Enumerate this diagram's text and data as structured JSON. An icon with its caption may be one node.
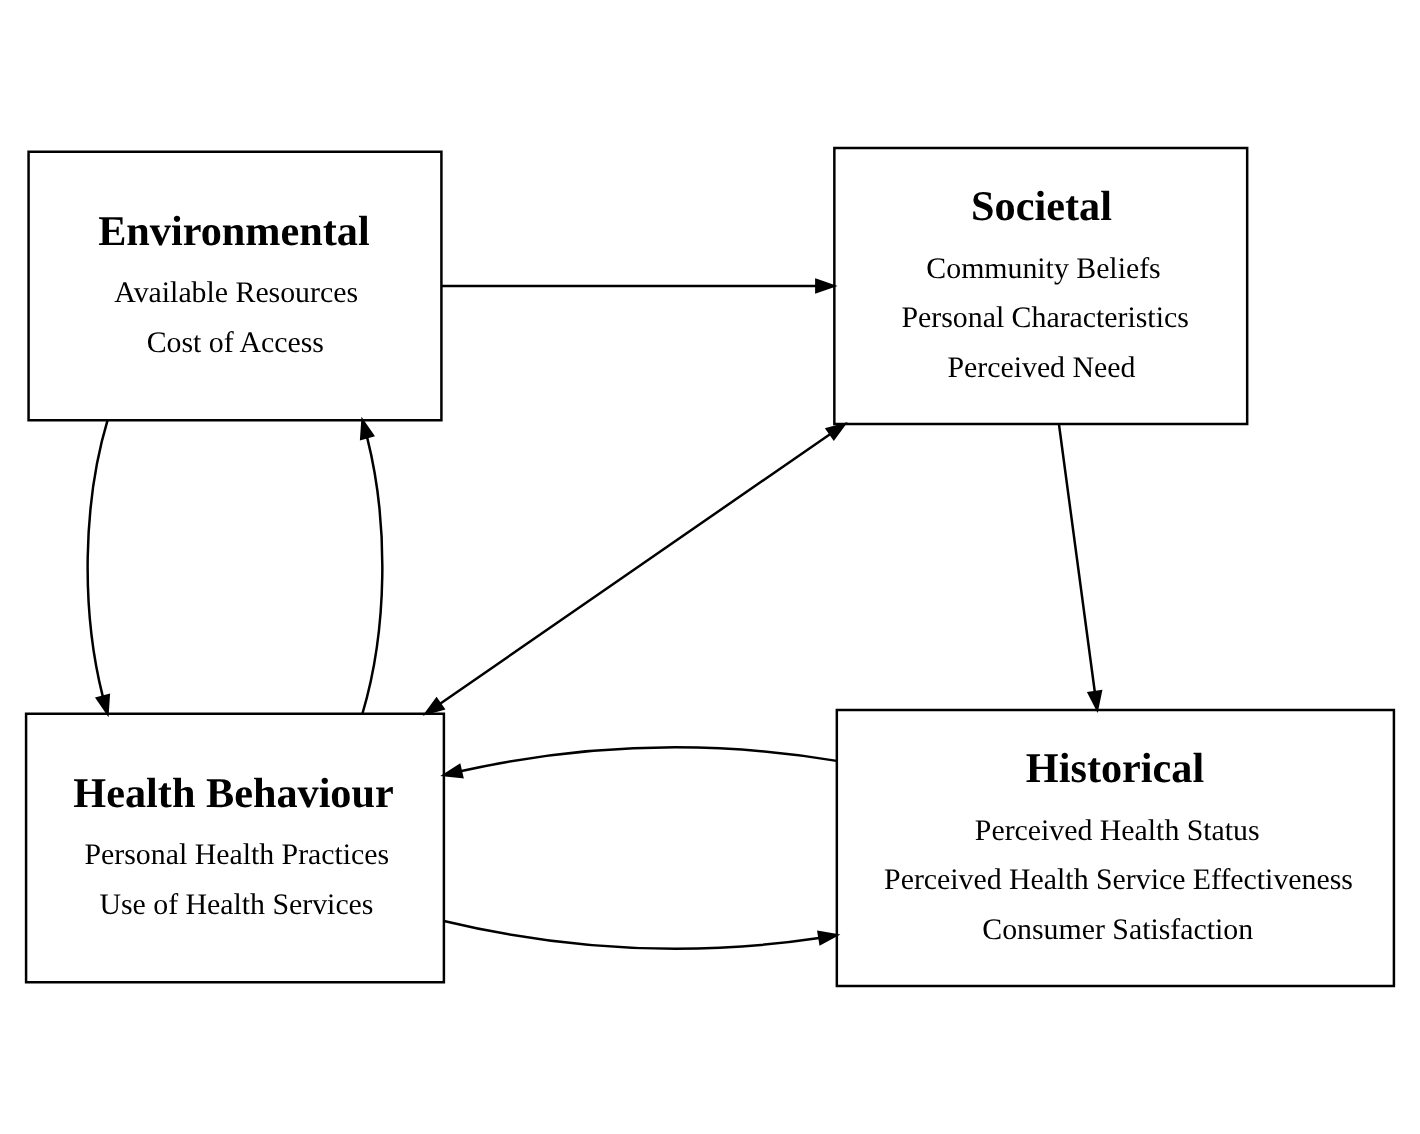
{
  "diagram": {
    "nodes": [
      {
        "text": [
          "Environmental",
          "Available Resources",
          "Cost of Access"
        ]
      },
      {
        "text": [
          "Societal",
          "Community Beliefs",
          "Personal Characteristics",
          "Perceived Need"
        ]
      },
      {
        "text": [
          "Health Behaviour",
          "Personal Health Practices",
          "Use of Health Services"
        ]
      },
      {
        "text": [
          "Historical",
          "Perceived Health Status",
          "Perceived Health Service Effectiveness",
          "Consumer Satisfaction"
        ]
      }
    ],
    "edges": [
      {
        "from": 0,
        "to": 1,
        "arrow": "to"
      },
      {
        "from": 1,
        "to": 3,
        "arrow": "to"
      },
      {
        "from": 2,
        "to": 0,
        "arrow": "to"
      },
      {
        "from": 0,
        "to": 2,
        "arrow": "to"
      },
      {
        "from": 2,
        "to": 3,
        "arrow": "to"
      },
      {
        "from": 3,
        "to": 2,
        "arrow": "to"
      },
      {
        "from": 2,
        "to": 1,
        "arrow": "both"
      }
    ]
  }
}
